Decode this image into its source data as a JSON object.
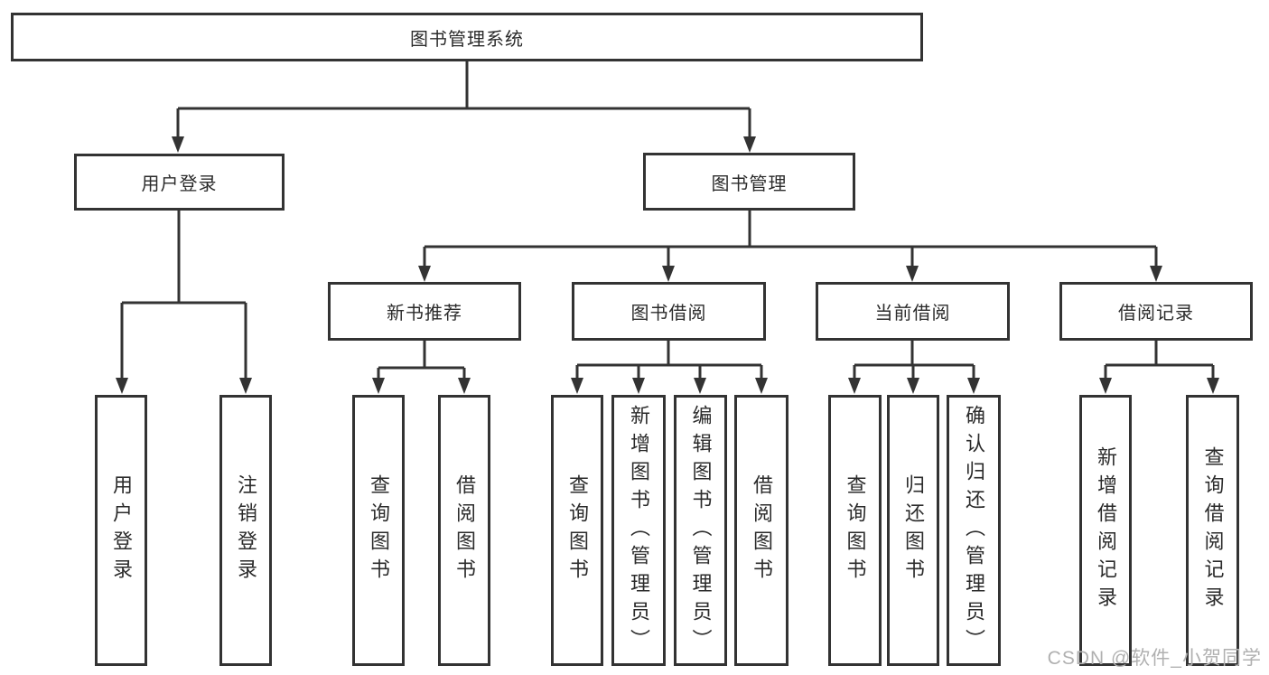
{
  "diagram": {
    "root": {
      "label": "图书管理系统"
    },
    "branches": [
      {
        "label": "用户登录",
        "children": [
          {
            "label": "用户登录"
          },
          {
            "label": "注销登录"
          }
        ]
      },
      {
        "label": "图书管理",
        "children": [
          {
            "label": "新书推荐",
            "children": [
              {
                "label": "查询图书"
              },
              {
                "label": "借阅图书"
              }
            ]
          },
          {
            "label": "图书借阅",
            "children": [
              {
                "label": "查询图书"
              },
              {
                "label": "新增图书（管理员）"
              },
              {
                "label": "编辑图书（管理员）"
              },
              {
                "label": "借阅图书"
              }
            ]
          },
          {
            "label": "当前借阅",
            "children": [
              {
                "label": "查询图书"
              },
              {
                "label": "归还图书"
              },
              {
                "label": "确认归还（管理员）"
              }
            ]
          },
          {
            "label": "借阅记录",
            "children": [
              {
                "label": "新增借阅记录"
              },
              {
                "label": "查询借阅记录"
              }
            ]
          }
        ]
      }
    ]
  },
  "watermark": {
    "text": "CSDN @软件_小贺同学",
    "color": "#b0b0b0"
  },
  "colors": {
    "line": "#333333",
    "box_border": "#333333",
    "text": "#2b2b2b",
    "background": "#ffffff"
  }
}
